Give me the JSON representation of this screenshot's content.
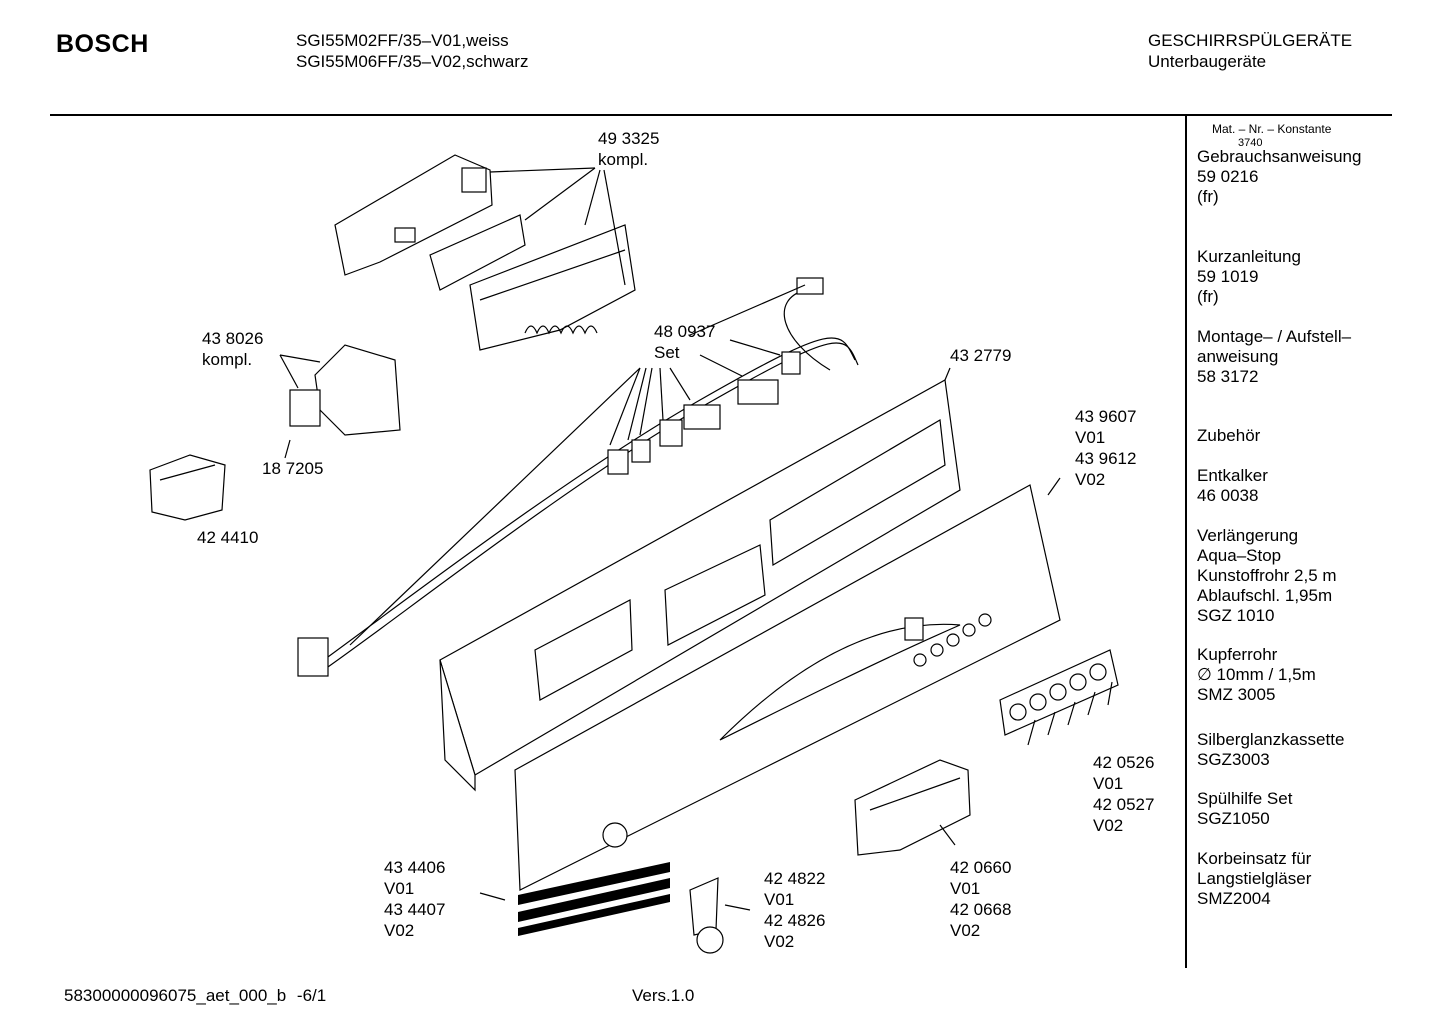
{
  "header": {
    "brand": "BOSCH",
    "model_line1": "SGI55M02FF/35–V01,weiss",
    "model_line2": "SGI55M06FF/35–V02,schwarz",
    "category": "GESCHIRRSPÜLGERÄTE",
    "subcategory": "Unterbaugeräte"
  },
  "sidebar": {
    "heading": "Mat. – Nr. – Konstante",
    "constant": "3740",
    "items": [
      {
        "lines": [
          "Gebrauchsanweisung",
          "59 0216",
          "(fr)"
        ]
      },
      {
        "lines": [
          "Kurzanleitung",
          "59 1019",
          "(fr)"
        ]
      },
      {
        "lines": [
          "Montage– / Aufstell–",
          "anweisung",
          "58 3172"
        ]
      },
      {
        "lines": [
          "Zubehör"
        ]
      },
      {
        "lines": [
          "Entkalker",
          "46 0038"
        ]
      },
      {
        "lines": [
          "Verlängerung",
          "Aqua–Stop",
          "Kunstoffrohr 2,5 m",
          "Ablaufschl. 1,95m",
          "SGZ 1010"
        ]
      },
      {
        "lines": [
          "Kupferrohr",
          "∅ 10mm / 1,5m",
          "SMZ 3005"
        ]
      },
      {
        "lines": [
          "Silberglanzkassette",
          "SGZ3003"
        ]
      },
      {
        "lines": [
          "Spülhilfe Set",
          "SGZ1050"
        ]
      },
      {
        "lines": [
          "Korbeinsatz für",
          "Langstielgläser",
          "SMZ2004"
        ]
      }
    ]
  },
  "parts": [
    {
      "id": "p-493325",
      "lines": [
        "49 3325",
        "kompl."
      ]
    },
    {
      "id": "p-438026",
      "lines": [
        "43 8026",
        "kompl."
      ]
    },
    {
      "id": "p-480937",
      "lines": [
        "48 0937",
        "Set"
      ]
    },
    {
      "id": "p-432779",
      "lines": [
        "43 2779"
      ]
    },
    {
      "id": "p-187205",
      "lines": [
        "18 7205"
      ]
    },
    {
      "id": "p-439607",
      "lines": [
        "43 9607",
        "V01",
        "43 9612",
        "V02"
      ]
    },
    {
      "id": "p-424410",
      "lines": [
        "42 4410"
      ]
    },
    {
      "id": "p-420526",
      "lines": [
        "42 0526",
        "V01",
        "42 0527",
        "V02"
      ]
    },
    {
      "id": "p-434406",
      "lines": [
        "43 4406",
        "V01",
        "43 4407",
        "V02"
      ]
    },
    {
      "id": "p-424822",
      "lines": [
        "42 4822",
        "V01",
        "42 4826",
        "V02"
      ]
    },
    {
      "id": "p-420660",
      "lines": [
        "42 0660",
        "V01",
        "42 0668",
        "V02"
      ]
    }
  ],
  "footer": {
    "doc_id": "58300000096075_aet_000_b",
    "page": "-6/1",
    "version": "Vers.1.0"
  }
}
